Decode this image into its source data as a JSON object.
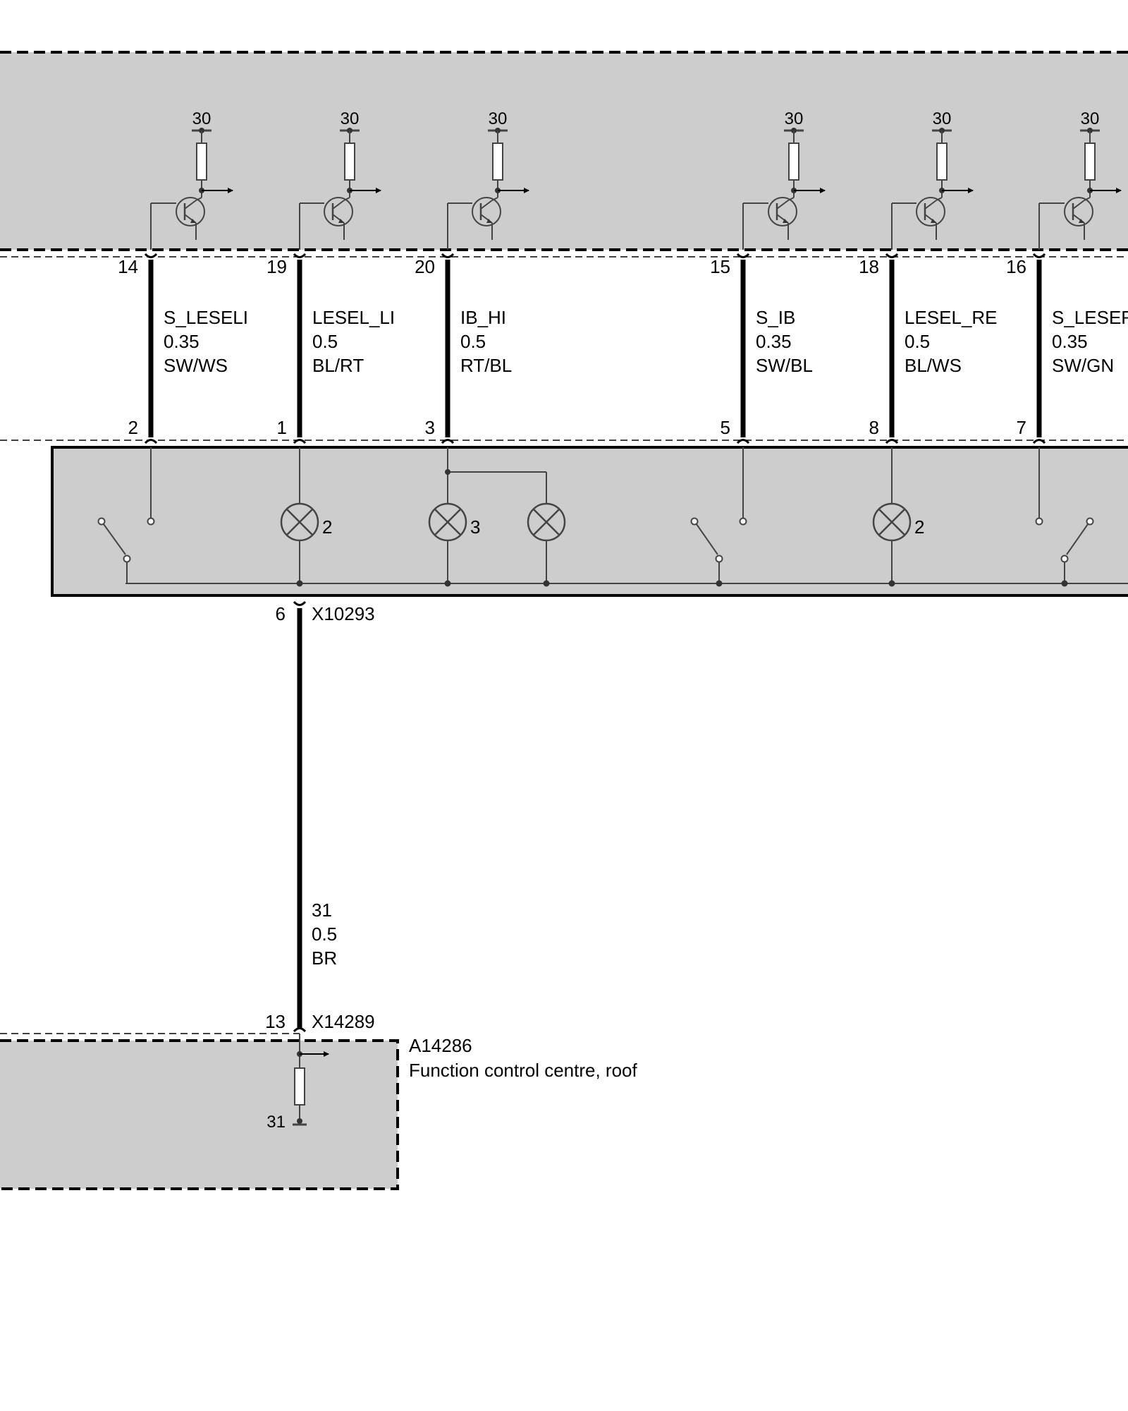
{
  "supply_label": "30",
  "top_pins": [
    "14",
    "19",
    "20",
    "15",
    "18",
    "16"
  ],
  "bottom_pins": [
    "2",
    "1",
    "3",
    "5",
    "8",
    "7"
  ],
  "wires": [
    {
      "signal": "S_LESELI",
      "gauge": "0.35",
      "color": "SW/WS"
    },
    {
      "signal": "LESEL_LI",
      "gauge": "0.5",
      "color": "BL/RT"
    },
    {
      "signal": "IB_HI",
      "gauge": "0.5",
      "color": "RT/BL"
    },
    {
      "signal": "S_IB",
      "gauge": "0.35",
      "color": "SW/BL"
    },
    {
      "signal": "LESEL_RE",
      "gauge": "0.5",
      "color": "BL/WS"
    },
    {
      "signal": "S_LESER",
      "gauge": "0.35",
      "color": "SW/GN"
    }
  ],
  "lamp_counts": {
    "lamp1": "2",
    "lamp2": "3",
    "lamp4": "2"
  },
  "ground_connector": {
    "pin": "6",
    "id": "X10293"
  },
  "ground_wire": {
    "signal": "31",
    "gauge": "0.5",
    "color": "BR"
  },
  "module_connector": {
    "pin": "13",
    "id": "X14289"
  },
  "module": {
    "id": "A14286",
    "name": "Function control centre, roof"
  },
  "ground_label": "31"
}
